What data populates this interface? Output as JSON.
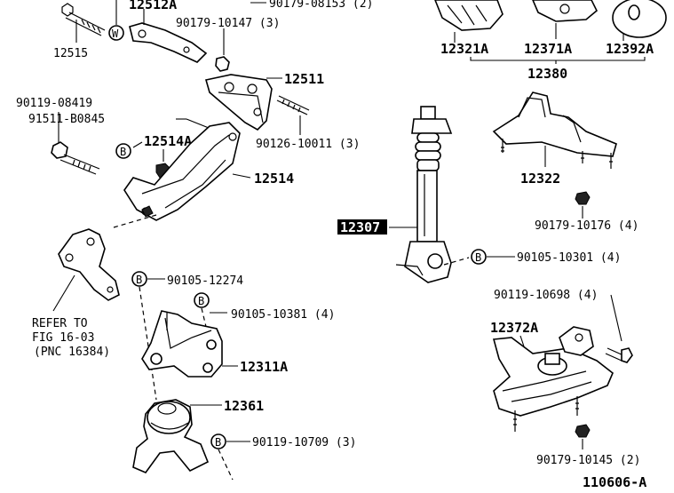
{
  "diagram_id": "110606-A",
  "labels": {
    "p12515": "12515",
    "p12512A": "12512A",
    "p90179_08153": "90179-08153 (2)",
    "p90179_10147": "90179-10147 (3)",
    "p12511": "12511",
    "p90119_08419": "90119-08419",
    "p91511_B0845": "91511-B0845",
    "p12514A": "12514A",
    "p90126_10011": "90126-10011 (3)",
    "p12514": "12514",
    "p12321A": "12321A",
    "p12371A": "12371A",
    "p12392A": "12392A",
    "p12380": "12380",
    "p12322": "12322",
    "p90179_10176": "90179-10176 (4)",
    "p12307": "12307",
    "p90105_10301": "90105-10301 (4)",
    "p90105_12274": "90105-12274",
    "p90105_10381": "90105-10381 (4)",
    "p12311A": "12311A",
    "p12361": "12361",
    "p90119_10709": "90119-10709 (3)",
    "p90119_10698": "90119-10698 (4)",
    "p12372A": "12372A",
    "p90179_10145": "90179-10145 (2)",
    "refer_line1": "REFER TO",
    "refer_line2": "FIG 16-03",
    "refer_line3": "(PNC 16384)"
  },
  "markers": {
    "w": "W",
    "b": "B"
  }
}
